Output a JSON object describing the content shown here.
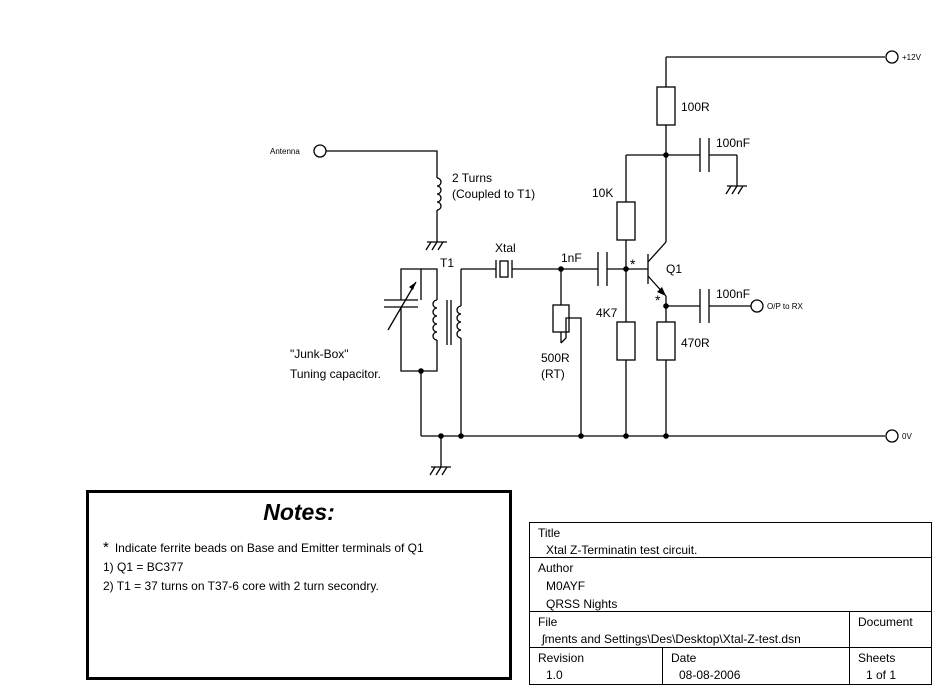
{
  "schematic": {
    "supply_label": "+12V",
    "ground_label": "0V",
    "antenna_label": "Antenna",
    "output_label": "O/P to RX",
    "coupling_label_1": "2 Turns",
    "coupling_label_2": "(Coupled to T1)",
    "transformer_label": "T1",
    "crystal_label": "Xtal",
    "cap_in_label": "1nF",
    "pot_label_1": "500R",
    "pot_label_2": "(RT)",
    "r_collector_label": "100R",
    "cap_decouple_label": "100nF",
    "r_bias_top_label": "10K",
    "transistor_label": "Q1",
    "r_bias_bottom_label": "4K7",
    "cap_out_label": "100nF",
    "r_emitter_label": "470R",
    "bead_marker": "*",
    "tuning_cap_label_1": "\"Junk-Box\"",
    "tuning_cap_label_2": "Tuning capacitor."
  },
  "notes": {
    "title": "Notes:",
    "bead_note": "Indicate ferrite beads on Base and Emitter terminals of Q1",
    "line1": "1) Q1 = BC377",
    "line2": "2) T1 = 37 turns on T37-6 core with 2 turn secondry."
  },
  "title_block": {
    "title_label": "Title",
    "title_value": "Xtal Z-Terminatin test circuit.",
    "author_label": "Author",
    "author_value_1": "M0AYF",
    "author_value_2": "QRSS Nights",
    "file_label": "File",
    "file_value": "ʃments and Settings\\Des\\Desktop\\Xtal-Z-test.dsn",
    "document_label": "Document",
    "revision_label": "Revision",
    "revision_value": "1.0",
    "date_label": "Date",
    "date_value": "08-08-2006",
    "sheets_label": "Sheets",
    "sheets_value": "1 of 1"
  }
}
